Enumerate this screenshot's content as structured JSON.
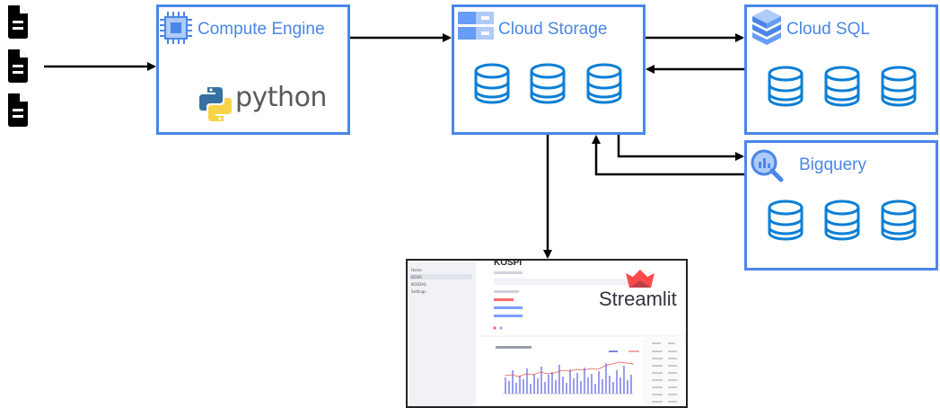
{
  "colors": {
    "accent": "#4a86e8",
    "storage_icon": "#0b7fd6",
    "arrow": "#000000"
  },
  "nodes": {
    "compute_engine": {
      "title": "Compute Engine",
      "icon": "chip-icon",
      "library": "python"
    },
    "cloud_storage": {
      "title": "Cloud Storage",
      "icon": "storage-icon"
    },
    "cloud_sql": {
      "title": "Cloud SQL",
      "icon": "cloud-sql-icon"
    },
    "bigquery": {
      "title": "Bigquery",
      "icon": "bigquery-icon"
    },
    "streamlit": {
      "brand": "Streamlit",
      "page_title": "KOSPI",
      "sidebar_items": [
        "Home",
        "KOSPI",
        "KOSDAQ",
        "Settings"
      ]
    }
  },
  "sources": {
    "icon": "document-icon",
    "count": 3
  },
  "edges": [
    {
      "from": "sources",
      "to": "compute_engine"
    },
    {
      "from": "compute_engine",
      "to": "cloud_storage"
    },
    {
      "from": "cloud_storage",
      "to": "cloud_sql"
    },
    {
      "from": "cloud_sql",
      "to": "cloud_storage"
    },
    {
      "from": "cloud_storage",
      "to": "bigquery"
    },
    {
      "from": "bigquery",
      "to": "cloud_storage"
    },
    {
      "from": "cloud_storage",
      "to": "streamlit"
    }
  ]
}
